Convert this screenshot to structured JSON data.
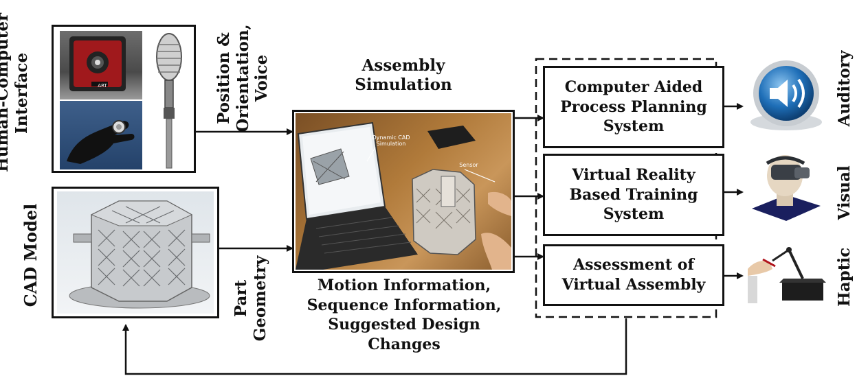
{
  "labels": {
    "hci_line1": "Human-Computer",
    "hci_line2": "Interface",
    "pos_line1": "Position &",
    "pos_line2": "Orientation,",
    "pos_line3": "Voice",
    "cad_model": "CAD Model",
    "part_line1": "Part",
    "part_line2": "Geometry",
    "assembly_line1": "Assembly",
    "assembly_line2": "Simulation",
    "motion_line1": "Motion Information,",
    "motion_line2": "Sequence Information,",
    "motion_line3": "Suggested Design",
    "motion_line4": "Changes",
    "auditory": "Auditory",
    "visual": "Visual",
    "haptic": "Haptic"
  },
  "systems": {
    "capp_line1": "Computer Aided",
    "capp_line2": "Process Planning",
    "capp_line3": "System",
    "vr_line1": "Virtual Reality",
    "vr_line2": "Based Training",
    "vr_line3": "System",
    "assess_line1": "Assessment of",
    "assess_line2": "Virtual Assembly"
  },
  "photo_annotations": {
    "dynamic_line1": "Dynamic CAD",
    "dynamic_line2": "Simulation",
    "sensor": "Sensor",
    "art_logo": "ART"
  },
  "icons": [
    "tracking-camera-icon",
    "microphone-icon",
    "data-glove-icon",
    "speaker-icon",
    "head-mounted-display-icon",
    "haptic-device-icon"
  ],
  "colors": {
    "line": "#111111",
    "speaker_blue": "#1f6fb8",
    "camera_red": "#a0191c",
    "photo_warm": "#b07a3a"
  }
}
